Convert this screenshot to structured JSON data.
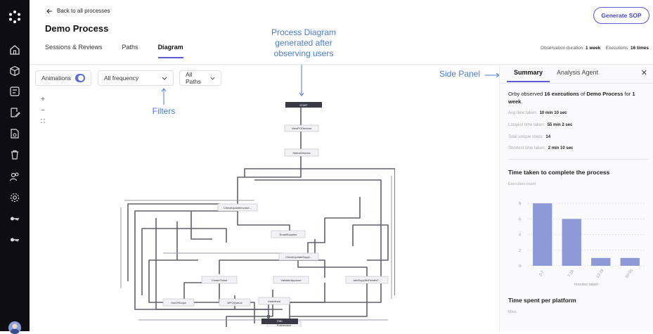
{
  "nav": {
    "back_label": "Back to all processes",
    "page_title": "Demo Process",
    "tabs": [
      "Sessions & Reviews",
      "Paths",
      "Diagram"
    ],
    "active_tab": "Diagram",
    "generate_button": "Generate SOP",
    "observation_label": "Observation duration",
    "observation_value": "1 week",
    "executions_label": "Executions",
    "executions_value": "16 times"
  },
  "toolbar": {
    "animations_label": "Animations",
    "animations_on": true,
    "frequency_select": "All frequency",
    "paths_select": "All Paths"
  },
  "annotations": {
    "filters": "Filters",
    "diagram_line1": "Process Diagram",
    "diagram_line2": "generated after",
    "diagram_line3": "observing users",
    "side_panel": "Side Panel"
  },
  "diagram": {
    "nodes": [
      "START",
      "ViewPODevices",
      "SelectDevices",
      "CheckUpdateInvoice...",
      "EmailSupplier",
      "CheckUpdateSuppl...",
      "CreateTicket",
      "ValidateApprove",
      "AddSupplierDetailsT...",
      "OutOfScope",
      "WFOQueue",
      "Undefined",
      "PostInvoice",
      "END"
    ]
  },
  "panel": {
    "tabs": [
      "Summary",
      "Analysis Agent"
    ],
    "active_tab": "Summary",
    "summary_pre": "Orby observed ",
    "summary_count": "16 executions",
    "summary_mid": " of ",
    "summary_process": "Demo Process",
    "summary_for": " for ",
    "summary_duration": "1 week",
    "summary_end": ".",
    "stats": [
      {
        "label": "Avg time taken:",
        "value": "10 min 10 sec"
      },
      {
        "label": "Longest time taken:",
        "value": "55 min 2 sec"
      },
      {
        "label": "Total unique steps:",
        "value": "14"
      },
      {
        "label": "Shortest time taken:",
        "value": "2 min 10 sec"
      }
    ],
    "chart_title": "Time taken to complete the process",
    "chart_ylabel": "Execution count",
    "platform_title": "Time spent per platform",
    "platform_ylabel": "Mins"
  },
  "colors": {
    "accent": "#5a5ad6",
    "bar": "#8e9ad8",
    "rail": "#0d0d12"
  },
  "chart_data": {
    "type": "bar",
    "categories": [
      "2-7",
      "7-13",
      "13-18",
      "50-55"
    ],
    "values": [
      8,
      6,
      1,
      1
    ],
    "title": "Time taken to complete the process",
    "xlabel": "minutes taken",
    "ylabel": "Execution count",
    "yticks": [
      0,
      2,
      4,
      6,
      8
    ],
    "ylim": [
      0,
      9
    ]
  }
}
